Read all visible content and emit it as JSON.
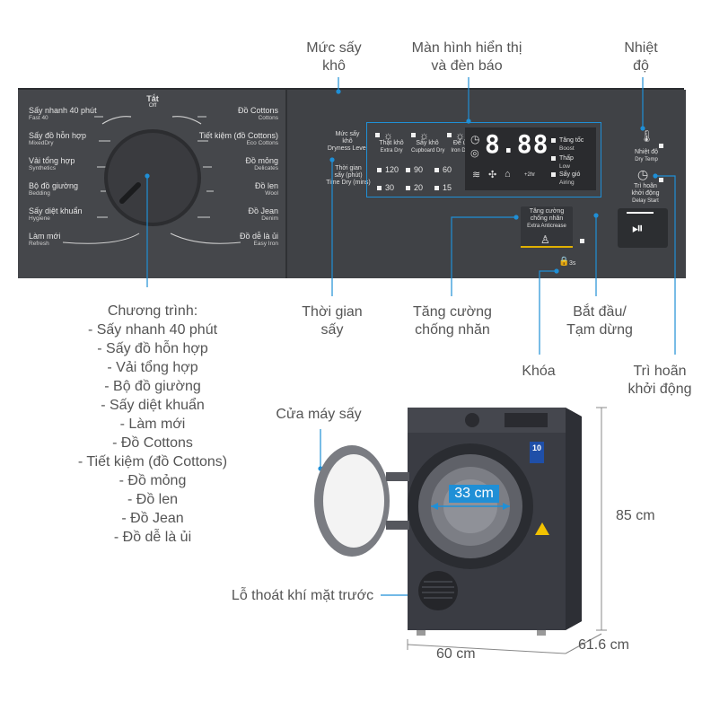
{
  "callouts": {
    "dryness_level": [
      "Mức sấy",
      "khô"
    ],
    "display": [
      "Màn hình hiển thị",
      "và đèn báo"
    ],
    "temperature": [
      "Nhiệt",
      "độ"
    ],
    "time": [
      "Thời gian",
      "sấy"
    ],
    "anti_crease": [
      "Tăng cường",
      "chống nhăn"
    ],
    "start_pause": [
      "Bắt đầu/",
      "Tạm dừng"
    ],
    "lock": "Khóa",
    "delay_start": [
      "Trì hoãn",
      "khởi động"
    ],
    "door": "Cửa máy sấy",
    "front_vent": "Lỗ thoát khí mặt trước"
  },
  "programs_title": "Chương trình:",
  "programs_list": [
    "- Sấy nhanh 40 phút",
    "- Sấy đồ hỗn hợp",
    "- Vải tổng hợp",
    "- Bộ đồ giường",
    "- Sấy diệt khuẩn",
    "- Làm mới",
    "- Đồ Cottons",
    "- Tiết kiệm (đồ Cottons)",
    "- Đồ mỏng",
    "- Đồ len",
    "- Đồ Jean",
    "- Đồ dễ là ủi"
  ],
  "dial": {
    "off_vi": "Tắt",
    "off_en": "Off",
    "left": [
      {
        "vi": "Sấy nhanh 40 phút",
        "en": "Fast 40"
      },
      {
        "vi": "Sấy đồ hỗn hợp",
        "en": "MixedDry"
      },
      {
        "vi": "Vải tổng hợp",
        "en": "Synthetics"
      },
      {
        "vi": "Bộ đồ giường",
        "en": "Bedding"
      },
      {
        "vi": "Sấy diệt khuẩn",
        "en": "Hygiene"
      },
      {
        "vi": "Làm mới",
        "en": "Refresh"
      }
    ],
    "right": [
      {
        "vi": "Đồ Cottons",
        "en": "Cottons"
      },
      {
        "vi": "Tiết kiệm (đồ Cottons)",
        "en": "Eco Cottons"
      },
      {
        "vi": "Đồ mỏng",
        "en": "Delicates"
      },
      {
        "vi": "Đồ len",
        "en": "Wool"
      },
      {
        "vi": "Đồ Jean",
        "en": "Denim"
      },
      {
        "vi": "Đồ dễ là ủi",
        "en": "Easy Iron"
      }
    ]
  },
  "panel": {
    "dryness_label": [
      "Mức sấy",
      "khô",
      "Dryness Level"
    ],
    "time_label": [
      "Thời gian",
      "sấy (phút)",
      "Time Dry (mins)"
    ],
    "dryness_options": [
      {
        "vi": "Thật khô",
        "en": "Extra Dry"
      },
      {
        "vi": "Sấy khô",
        "en": "Cupboard Dry"
      },
      {
        "vi": "Để ủi",
        "en": "Iron Dry"
      }
    ],
    "time_options": [
      "120",
      "90",
      "60",
      "30",
      "20",
      "15"
    ],
    "display_digits": "8.88",
    "display_side": [
      {
        "vi": "Tăng tốc",
        "en": "Boost"
      },
      {
        "vi": "Thấp",
        "en": "Low"
      },
      {
        "vi": "Sấy gió",
        "en": "Airing"
      }
    ],
    "plus2h": "+2hr",
    "temp_label": {
      "vi": "Nhiệt độ",
      "en": "Dry Temp"
    },
    "delay_label": {
      "vi": [
        "Trì hoãn",
        "khởi động"
      ],
      "en": "Delay Start"
    },
    "anti_crease_label": {
      "vi": [
        "Tăng cường",
        "chống nhăn"
      ],
      "en": "Extra Anticrease"
    },
    "lock_hint": "3s"
  },
  "dimensions": {
    "drum": "33 cm",
    "height": "85 cm",
    "width": "60 cm",
    "depth": "61.6 cm"
  },
  "badge": "10",
  "colors": {
    "panel": "#404246",
    "machine": "#3b3d44",
    "highlight": "#1f8fd6",
    "callout_line": "#1f8fd6"
  }
}
